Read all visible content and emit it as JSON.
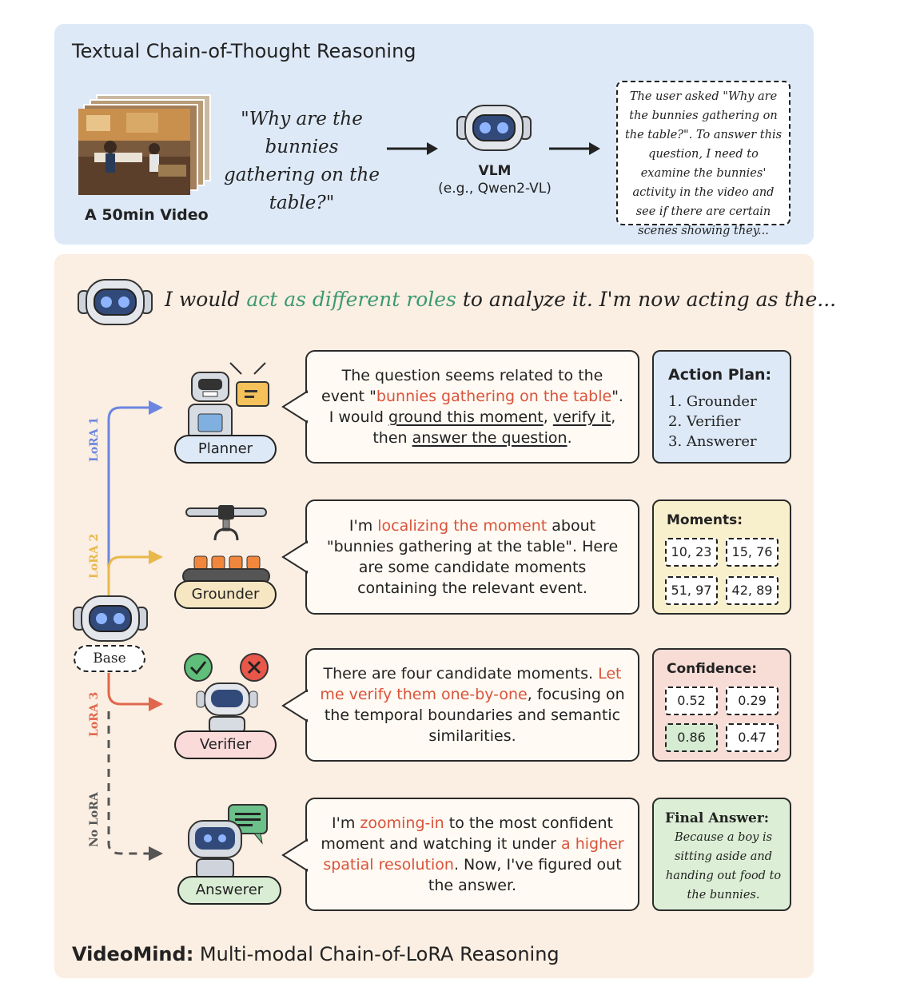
{
  "top": {
    "title": "Textual Chain-of-Thought Reasoning",
    "video_label": "A 50min Video",
    "question": "\"Why are the bunnies gathering on the table?\"",
    "vlm_label": "VLM",
    "vlm_example": "(e.g., Qwen2-VL)",
    "cot_text": "The user asked \"Why are the bunnies gathering on the table?\". To answer this question, I need to examine the bunnies' activity in the video and see if there are certain scenes showing they..."
  },
  "bottom": {
    "intro_a": "I would ",
    "intro_b": "act as different roles",
    "intro_c": " to analyze it. I'm now acting as the...",
    "base_label": "Base",
    "lora_labels": [
      "LoRA 1",
      "LoRA 2",
      "LoRA 3",
      "No LoRA"
    ],
    "colors": {
      "lora1": "#6b86e0",
      "lora2": "#e8b84a",
      "lora3": "#e0664c",
      "nolora": "#555555"
    },
    "footer_bold": "VideoMind:",
    "footer_rest": " Multi-modal Chain-of-LoRA Reasoning",
    "planner": {
      "role": "Planner",
      "t1": "The question seems related to the event \"",
      "t2": "bunnies gathering on the table",
      "t3": "\". I would ",
      "t4": "ground this moment",
      "t5": ", ",
      "t6": "verify it",
      "t7": ", then ",
      "t8": "answer the question",
      "t9": ".",
      "box_title": "Action Plan:",
      "plan": [
        "1. Grounder",
        "2. Verifier",
        "3. Answerer"
      ]
    },
    "grounder": {
      "role": "Grounder",
      "t1": "I'm ",
      "t2": "localizing the moment",
      "t3": " about \"bunnies gathering at the table\". Here are some candidate moments containing the relevant event.",
      "box_title": "Moments:",
      "moments": [
        "10, 23",
        "15, 76",
        "51, 97",
        "42, 89"
      ]
    },
    "verifier": {
      "role": "Verifier",
      "t1": "There are four candidate moments. ",
      "t2": "Let me verify them one-by-one",
      "t3": ", focusing on the temporal boundaries and semantic similarities.",
      "box_title": "Confidence:",
      "scores": [
        "0.52",
        "0.29",
        "0.86",
        "0.47"
      ]
    },
    "answerer": {
      "role": "Answerer",
      "t1": "I'm ",
      "t2": "zooming-in",
      "t3": " to the most confident moment and watching it under ",
      "t4": "a higher spatial resolution",
      "t5": ". Now, I've figured out the answer.",
      "box_title": "Final Answer:",
      "answer": "Because a boy is sitting aside and handing out food to the bunnies."
    }
  }
}
